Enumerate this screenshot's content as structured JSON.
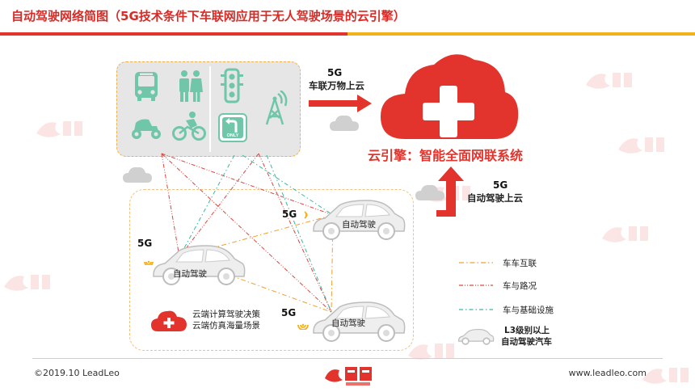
{
  "header": {
    "title": "自动驾驶网络简图（5G技术条件下车联网应用于无人驾驶场景的云引擎）"
  },
  "top_flow": {
    "line1": "5G",
    "line2": "车联万物上云"
  },
  "cloud": {
    "caption": "云引擎：智能全面网联系统"
  },
  "up_flow": {
    "line1": "5G",
    "line2": "自动驾驶上云"
  },
  "cars": [
    {
      "label": "自动驾驶",
      "signal": "5G"
    },
    {
      "label": "自动驾驶",
      "signal": "5G"
    },
    {
      "label": "自动驾驶",
      "signal": "5G"
    }
  ],
  "cloud_box": {
    "line1": "云端计算驾驶决策",
    "line2": "云端仿真海量场景"
  },
  "legend": [
    {
      "label": "车车互联",
      "color": "#f0a030"
    },
    {
      "label": "车与路况",
      "color": "#d9473f"
    },
    {
      "label": "车与基础设施",
      "color": "#3fb6a3"
    },
    {
      "label_line1": "L3级别以上",
      "label_line2": "自动驾驶汽车"
    }
  ],
  "icons": [
    "bus-icon",
    "people-icon",
    "traffic-light-icon",
    "moped-icon",
    "cyclist-icon",
    "turn-sign-icon",
    "antenna-icon",
    "cloud-icon",
    "car-icon"
  ],
  "footer": {
    "copyright": "©2019.10 LeadLeo",
    "website": "www.leadleo.com"
  },
  "colors": {
    "brand_red": "#e2342c",
    "brand_yellow": "#f2b21c",
    "icon_teal": "#6fc6a8"
  }
}
